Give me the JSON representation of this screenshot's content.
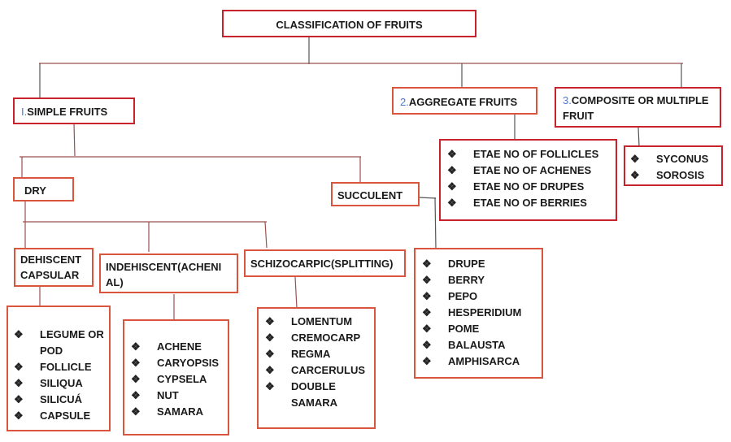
{
  "title": "CLASSIFICATION OF FRUITS",
  "categories": {
    "simple": {
      "number": "I.",
      "label": "SIMPLE FRUITS"
    },
    "aggregate": {
      "number": "2.",
      "label": "AGGREGATE FRUITS",
      "items": [
        "ETAE NO OF FOLLICLES",
        "ETAE NO OF ACHENES",
        "ETAE NO OF DRUPES",
        "ETAE NO OF BERRIES"
      ]
    },
    "composite": {
      "number": "3.",
      "label": "COMPOSITE OR MULTIPLE FRUIT",
      "items": [
        "SYCONUS",
        "SOROSIS"
      ]
    }
  },
  "simple": {
    "dry": {
      "label": "DRY",
      "dehiscent": {
        "label": "DEHISCENT CAPSULAR",
        "items": [
          "LEGUME OR POD",
          "FOLLICLE",
          "SILIQUA",
          "SILICUÁ",
          "CAPSULE"
        ]
      },
      "indehiscent": {
        "label": "INDEHISCENT(ACHENIAL)",
        "items": [
          "ACHENE",
          "CARYOPSIS",
          "CYPSELA",
          "NUT",
          "SAMARA"
        ]
      },
      "schizocarpic": {
        "label": "SCHIZOCARPIC(SPLITTING)",
        "items": [
          "LOMENTUM",
          "CREMOCARP",
          "REGMA",
          "CARCERULUS",
          "DOUBLE SAMARA"
        ]
      }
    },
    "succulent": {
      "label": "SUCCULENT",
      "items": [
        "DRUPE",
        "BERRY",
        "PEPO",
        "HESPERIDIUM",
        "POME",
        "BALAUSTA",
        "AMPHISARCA"
      ]
    }
  },
  "bullet_icon": "❖",
  "colors": {
    "border": "#c8232c",
    "number": "#4a78d8",
    "connector": "#9a5050"
  }
}
